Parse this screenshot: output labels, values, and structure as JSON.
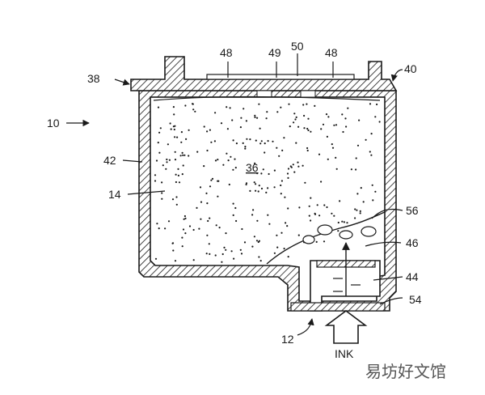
{
  "figure": {
    "labels": {
      "l10": "10",
      "l12": "12",
      "l14": "14",
      "l36": "36",
      "l38": "38",
      "l40": "40",
      "l42": "42",
      "l44": "44",
      "l46": "46",
      "l48a": "48",
      "l48b": "48",
      "l49": "49",
      "l50": "50",
      "l54": "54",
      "l56": "56",
      "ink": "INK"
    },
    "watermark": "易坊好文馆"
  },
  "colors": {
    "line": "#1a1a1a",
    "background": "#ffffff"
  }
}
